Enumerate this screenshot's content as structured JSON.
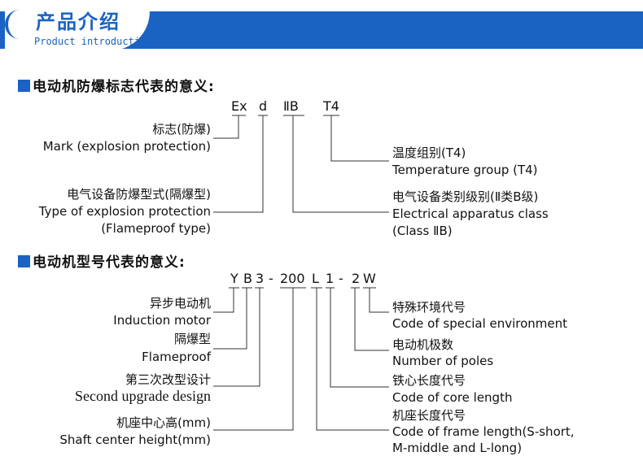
{
  "banner": {
    "title": "产品介绍",
    "subtitle": "Product introduction"
  },
  "section1": {
    "heading": "电动机防爆标志代表的意义:",
    "code": [
      "Ex",
      "d",
      "ⅡB",
      "T4"
    ],
    "left": {
      "mark_cn": "标志(防爆)",
      "mark_en": "Mark (explosion protection)",
      "type_cn": "电气设备防爆型式(隔爆型)",
      "type_en1": "Type of explosion protection",
      "type_en2": "(Flameproof type)"
    },
    "right": {
      "temp_cn": "温度组别(T4)",
      "temp_en": "Temperature group (T4)",
      "class_cn": "电气设备类别级别(Ⅱ类B级)",
      "class_en1": "Electrical apparatus class",
      "class_en2": "(Class ⅡB)"
    }
  },
  "section2": {
    "heading": "电动机型号代表的意义:",
    "code": [
      "Y",
      "B",
      "3",
      "-",
      "200",
      "L",
      "1",
      "-",
      "2",
      "W"
    ],
    "left": {
      "induction_cn": "异步电动机",
      "induction_en": "Induction motor",
      "flame_cn": "隔爆型",
      "flame_en": "Flameproof",
      "upgrade_cn": "第三次改型设计",
      "upgrade_en": "Second upgrade design",
      "shaft_cn": "机座中心高(mm)",
      "shaft_en": "Shaft center height(mm)"
    },
    "right": {
      "special_cn": "特殊环境代号",
      "special_en": "Code of special environment",
      "poles_cn": "电动机极数",
      "poles_en": "Number of poles",
      "core_cn": "铁心长度代号",
      "core_en": "Code of core length",
      "frame_cn": "机座长度代号",
      "frame_en1": "Code of frame length(S-short,",
      "frame_en2": "M-middle and L-long)"
    }
  }
}
